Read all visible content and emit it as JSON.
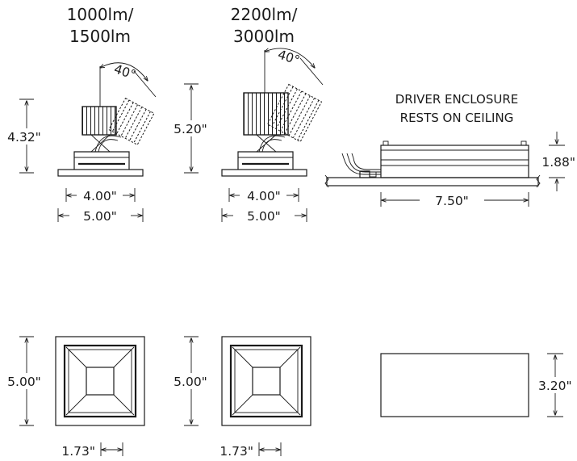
{
  "labels": {
    "lumen_small_1": "1000lm/",
    "lumen_small_2": "1500lm",
    "lumen_large_1": "2200lm/",
    "lumen_large_2": "3000lm",
    "angle_small": "40°",
    "angle_large": "40°",
    "driver_note_1": "DRIVER ENCLOSURE",
    "driver_note_2": "RESTS ON CEILING"
  },
  "dimensions": {
    "height_small": "4.32\"",
    "height_large": "5.20\"",
    "aperture_small": "4.00\"",
    "trim_small": "5.00\"",
    "aperture_large": "4.00\"",
    "trim_large": "5.00\"",
    "driver_height": "1.88\"",
    "driver_length": "7.50\"",
    "plan_small_height": "5.00\"",
    "plan_large_height": "5.00\"",
    "plan_small_offset": "1.73\"",
    "plan_large_offset": "1.73\"",
    "driver_plan_width": "3.20\""
  }
}
